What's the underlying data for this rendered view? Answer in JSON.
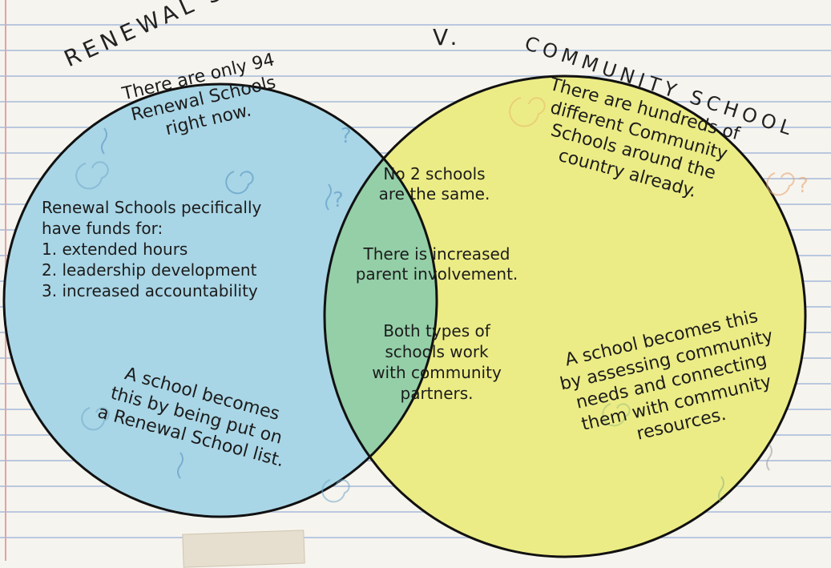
{
  "titles": {
    "left": "RENEWAL SCHOOL",
    "versus": "V.",
    "right": "COMMUNITY SCHOOL"
  },
  "left_circle": {
    "count_text": [
      "There are only 94",
      "Renewal Schools",
      "right now."
    ],
    "funds_heading": [
      "Renewal Schools pecifically",
      "have funds for:"
    ],
    "funds_list": [
      "1. extended hours",
      "2. leadership development",
      "3. increased accountability"
    ],
    "how_text": [
      "A school becomes",
      "this by being put on",
      "a Renewal School list."
    ]
  },
  "overlap": {
    "item1": [
      "No 2 schools",
      "are the same."
    ],
    "item2": [
      "There is increased",
      "parent involvement."
    ],
    "item3": [
      "Both types of",
      "schools work",
      "with community",
      "partners."
    ]
  },
  "right_circle": {
    "count_text": [
      "There are hundreds of",
      "different Community",
      "Schools around the",
      "country already."
    ],
    "how_text": [
      "A school becomes this",
      "by assessing community",
      "needs and connecting",
      "them with community",
      "resources."
    ]
  },
  "colors": {
    "left_fill": "#a9d6e6",
    "right_fill": "#ecec86",
    "overlap_fill": "#94cfa8",
    "outline": "#111111"
  },
  "icons": [
    "swirl-icon",
    "question-mark-icon",
    "squiggle-icon"
  ]
}
